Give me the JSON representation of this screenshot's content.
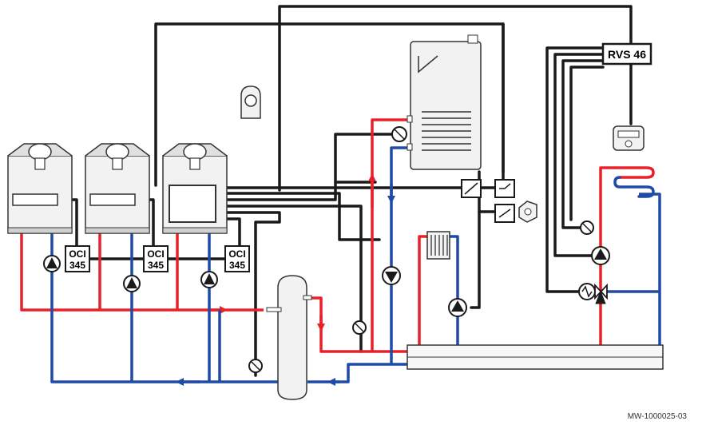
{
  "reference_code": "MW-1000025-03",
  "controller": {
    "label": "RVS 46"
  },
  "oci_modules": [
    {
      "line1": "OCI",
      "line2": "345"
    },
    {
      "line1": "OCI",
      "line2": "345"
    },
    {
      "line1": "OCI",
      "line2": "345"
    }
  ],
  "colors": {
    "supply": "#e8202a",
    "return": "#1f4aa8",
    "control": "#1a1a1a",
    "equipment_fill": "#f2f2f2",
    "equipment_stroke": "#333333"
  }
}
